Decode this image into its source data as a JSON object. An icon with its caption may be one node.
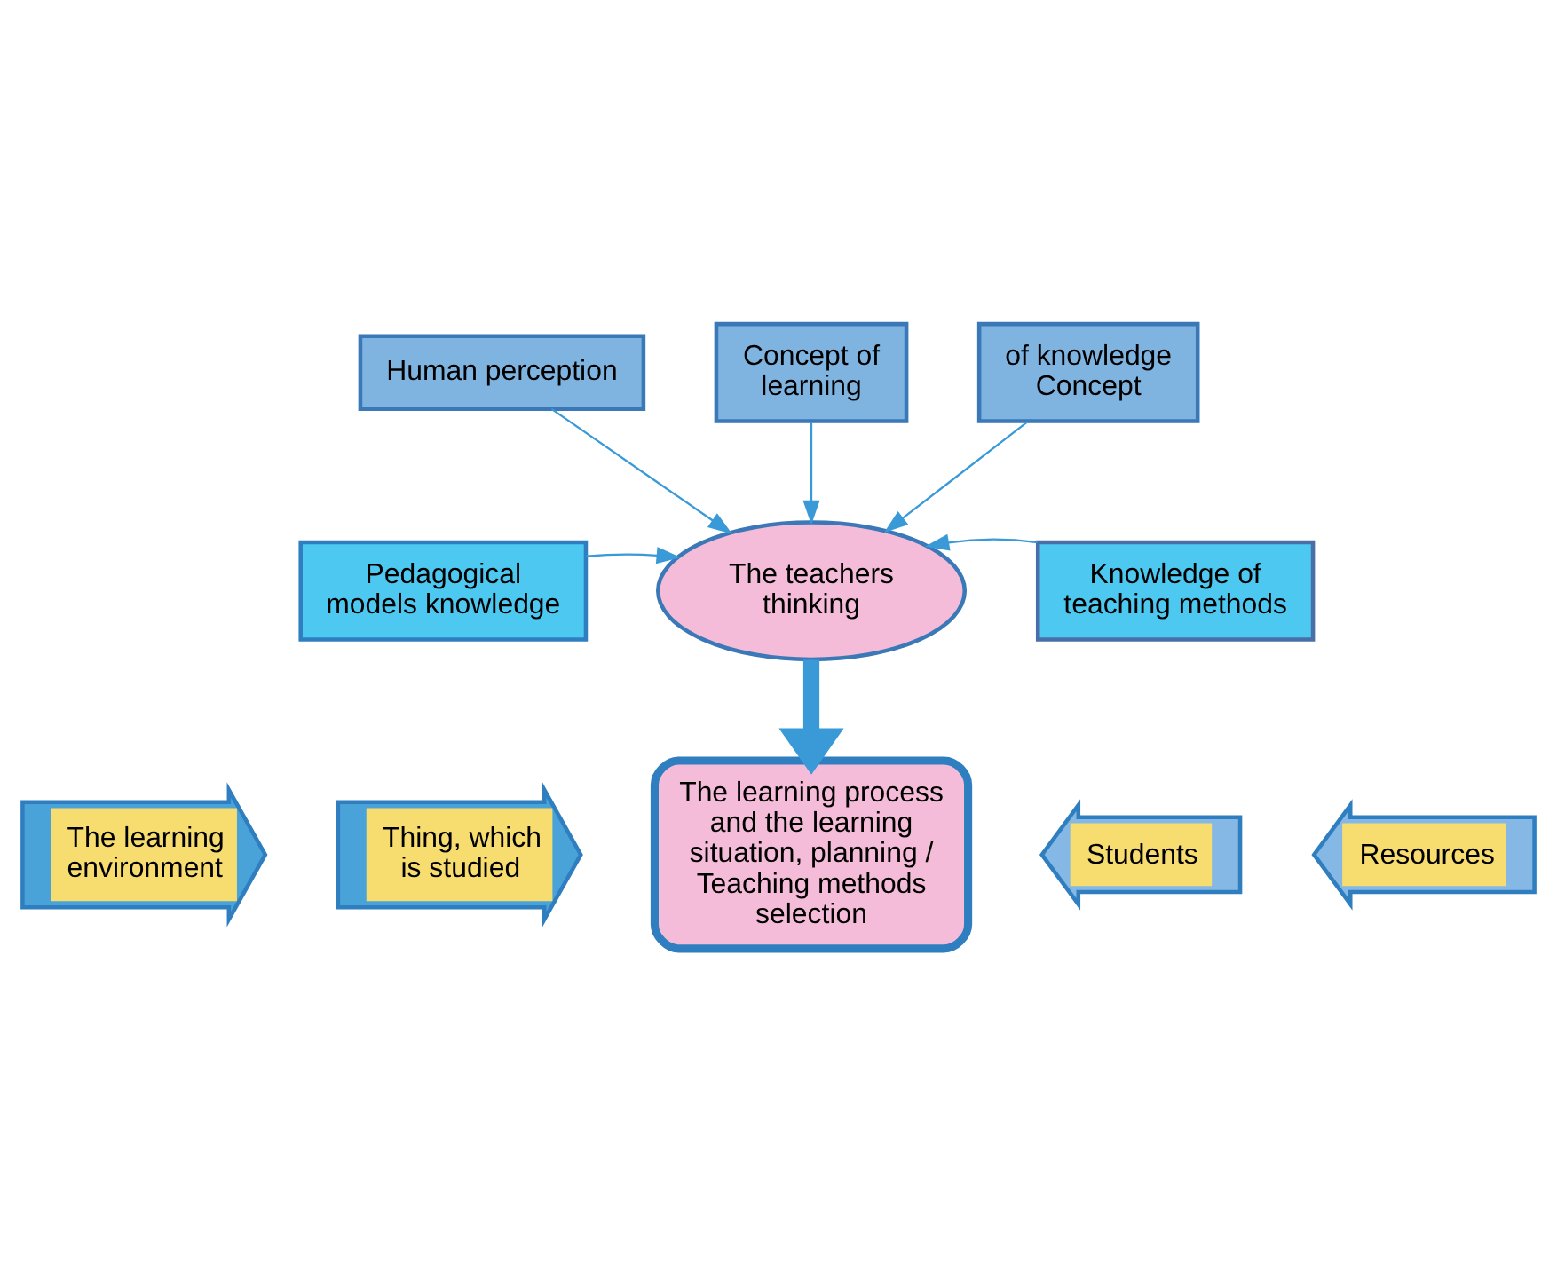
{
  "diagram": {
    "nodes": [
      {
        "text": [
          "Human perception"
        ]
      },
      {
        "text": [
          "Concept of learning"
        ]
      },
      {
        "text": [
          "of knowledge Concept"
        ]
      },
      {
        "text": [
          "The teachers thinking"
        ]
      },
      {
        "text": [
          "Pedagogical models knowledge"
        ]
      },
      {
        "text": [
          "Knowledge of teaching methods"
        ]
      },
      {
        "text": [
          "The learning environment"
        ]
      },
      {
        "text": [
          "Thing, which is studied"
        ]
      },
      {
        "text": [
          "The learning process and the learning situation, planning / Teaching methods selection"
        ]
      },
      {
        "text": [
          "Students"
        ]
      },
      {
        "text": [
          "Resources"
        ]
      }
    ],
    "edges": [
      {
        "from": 0,
        "to": 3,
        "arrow": "to"
      },
      {
        "from": 1,
        "to": 3,
        "arrow": "to"
      },
      {
        "from": 2,
        "to": 3,
        "arrow": "to"
      },
      {
        "from": 4,
        "to": 3,
        "arrow": "to"
      },
      {
        "from": 5,
        "to": 3,
        "arrow": "to"
      },
      {
        "from": 3,
        "to": 8,
        "arrow": "to",
        "style": "thick"
      }
    ]
  }
}
